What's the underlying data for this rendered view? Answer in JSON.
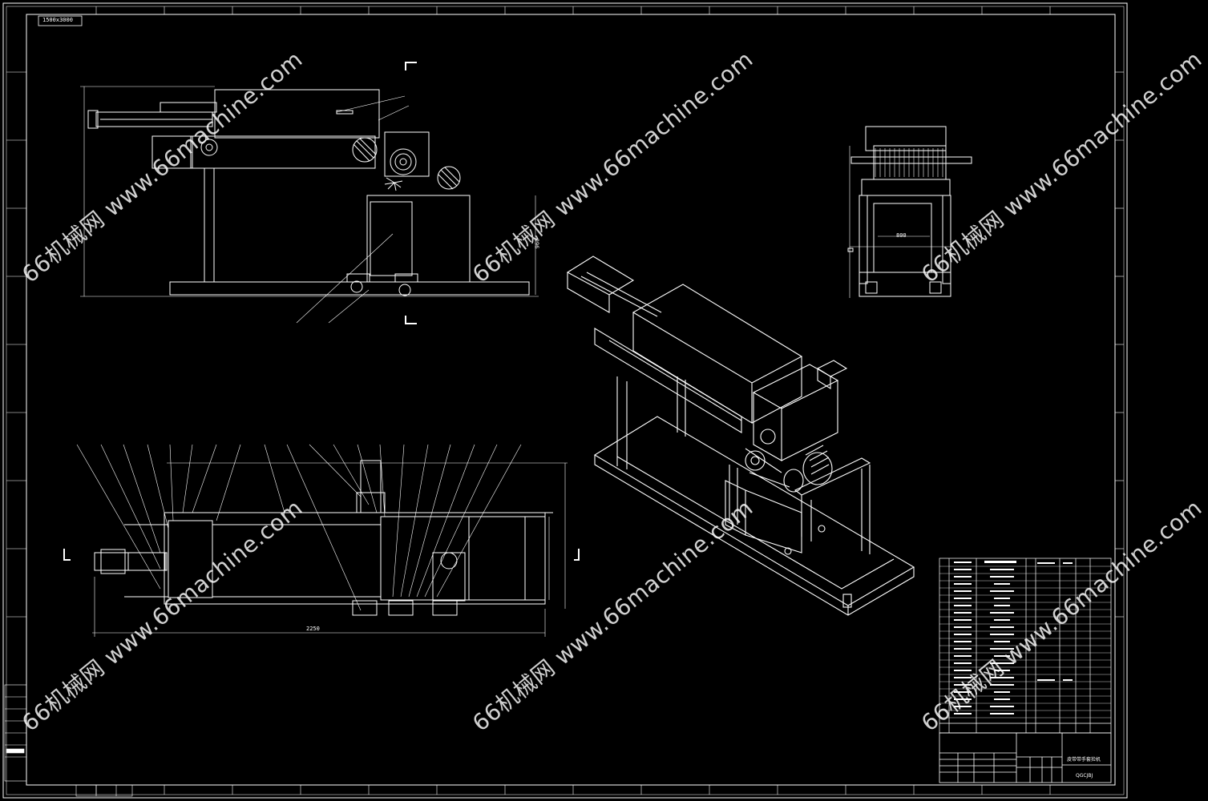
{
  "drawing": {
    "top_left_label": "1500x3000",
    "title_block_name": "皮带带手套捡机",
    "title_block_code": "QGCJBJ"
  },
  "watermarks": [
    {
      "text": "66机械网 www.66machine.com"
    },
    {
      "text": "66机械网 www.66machine.com"
    },
    {
      "text": "66机械网 www.66machine.com"
    },
    {
      "text": "66机械网 www.66machine.com"
    },
    {
      "text": "66机械网 www.66machine.com"
    },
    {
      "text": "66机械网 www.66machine.com"
    }
  ],
  "dimensions": {
    "top_view_length": "2250",
    "front_height": "960",
    "side_width": "800"
  }
}
